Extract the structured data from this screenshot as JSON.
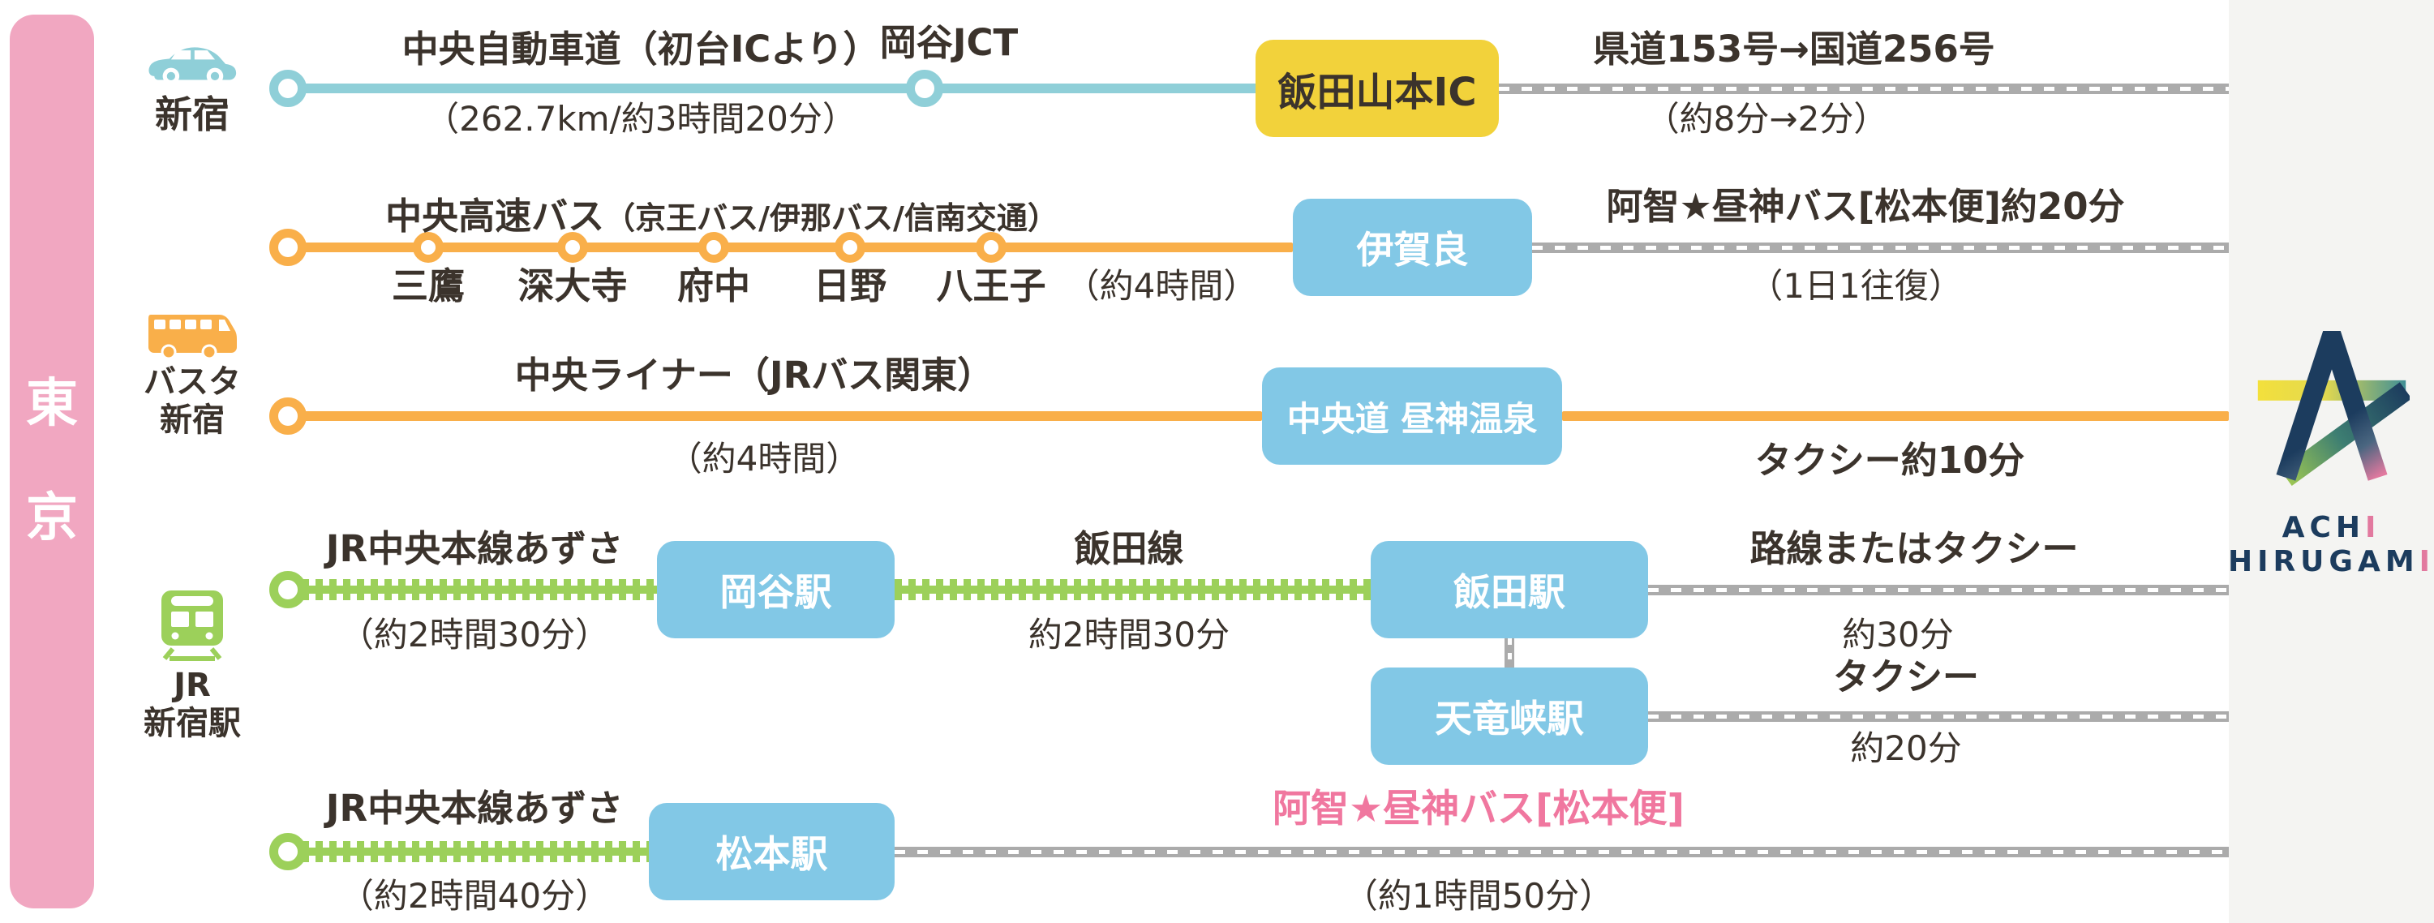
{
  "colors": {
    "tokyo_bar_pink": "#F1A7C1",
    "car_route_teal": "#8FCFD8",
    "bus_route_orange": "#F9AF4A",
    "jr_route_green": "#9CD05A",
    "station_box_blue": "#82C8E6",
    "ic_box_yellow": "#F2D23B",
    "road_gray": "#ABABAB",
    "shuttle_pink_text": "#F0779F",
    "logo_navy": "#1C3C5E",
    "text_dark": "#3B332C",
    "panel_gray": "#F4F4F2"
  },
  "tokyo_bar": {
    "label": "東\n京"
  },
  "origins": {
    "car": {
      "label": "新宿"
    },
    "bus": {
      "label": "バスタ\n新宿"
    },
    "train": {
      "label": "JR\n新宿駅"
    }
  },
  "row_car": {
    "highway_label": "中央自動車道（初台ICより）",
    "highway_duration": "（262.7km/約3時間20分）",
    "junction_label": "岡谷JCT",
    "ic_box_label": "飯田山本IC",
    "local_road_label": "県道153号→国道256号",
    "local_road_duration": "（約8分→2分）"
  },
  "row_highway_bus": {
    "line_label_main": "中央高速バス",
    "line_label_operators": "（京王バス/伊那バス/信南交通）",
    "stops": [
      "三鷹",
      "深大寺",
      "府中",
      "日野",
      "八王子"
    ],
    "duration": "（約4時間）",
    "station_box_label": "伊賀良",
    "shuttle_label": "阿智★昼神バス[松本便]約20分",
    "shuttle_note": "（1日1往復）"
  },
  "row_liner_bus": {
    "line_label": "中央ライナー（JRバス関東）",
    "duration": "（約4時間）",
    "station_box_label": "中央道 昼神温泉",
    "taxi_label": "タクシー約10分"
  },
  "row_jr_iida": {
    "azusa_label": "JR中央本線あずさ",
    "azusa_duration": "（約2時間30分）",
    "okaya_box_label": "岡谷駅",
    "iida_line_label": "飯田線",
    "iida_line_duration": "約2時間30分",
    "iida_box_label": "飯田駅",
    "access_label": "路線またはタクシー",
    "access_duration": "約30分"
  },
  "row_tenryukyo": {
    "station_box_label": "天竜峡駅",
    "taxi_label": "タクシー",
    "taxi_duration": "約20分"
  },
  "row_jr_matsumoto": {
    "azusa_label": "JR中央本線あずさ",
    "azusa_duration": "（約2時間40分）",
    "station_box_label": "松本駅",
    "shuttle_label": "阿智★昼神バス[松本便]",
    "shuttle_duration": "（約1時間50分）"
  },
  "logo": {
    "line1_main": "ACH",
    "line1_accent": "I",
    "line2_main": "HIRUGAM",
    "line2_accent": "I"
  }
}
